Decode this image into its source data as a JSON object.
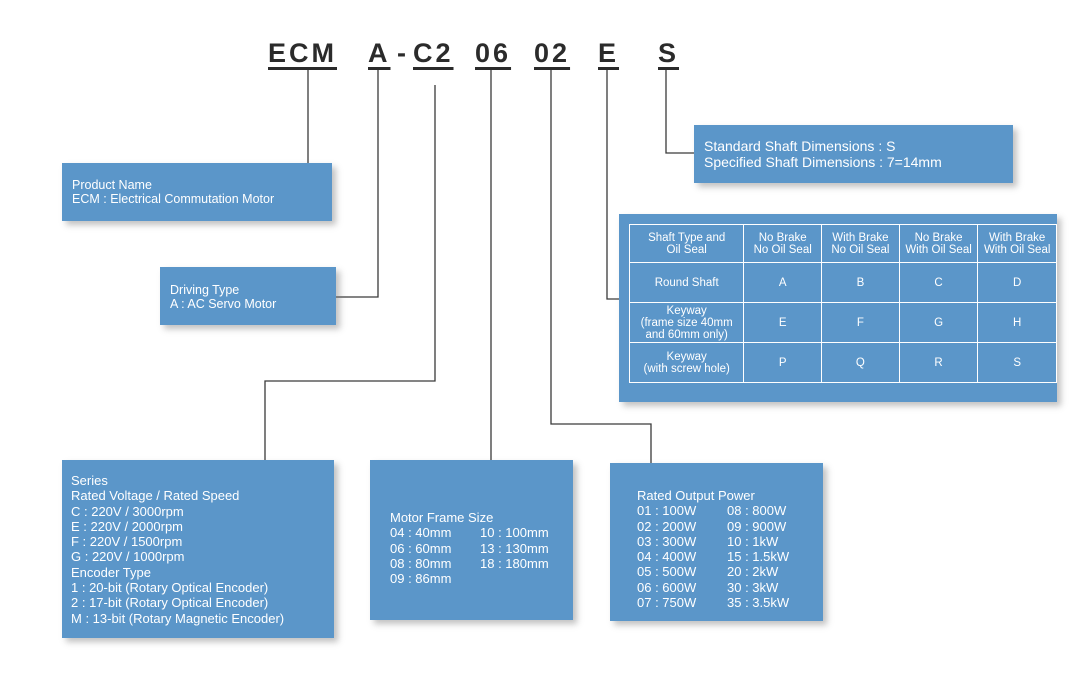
{
  "code": {
    "ecm": "ECM",
    "drive": "A",
    "sep": "-",
    "series": "C2",
    "frame": "06",
    "power": "02",
    "brake": "E",
    "shaft": "S"
  },
  "product": {
    "lines": [
      "Product Name",
      "ECM : Electrical Commutation Motor"
    ]
  },
  "driving": {
    "lines": [
      "Driving Type",
      "A : AC Servo Motor"
    ]
  },
  "series": {
    "lines": [
      "Series",
      "Rated Voltage / Rated Speed",
      "C : 220V / 3000rpm",
      "E : 220V / 2000rpm",
      "F : 220V / 1500rpm",
      "G : 220V / 1000rpm",
      "Encoder Type",
      "1 : 20-bit (Rotary Optical Encoder)",
      "2 : 17-bit (Rotary Optical Encoder)",
      "M : 13-bit (Rotary Magnetic Encoder)"
    ]
  },
  "frame": {
    "title": "Motor Frame Size",
    "col1": [
      "04 : 40mm",
      "06 : 60mm",
      "08 : 80mm",
      "09 : 86mm"
    ],
    "col2": [
      "10 : 100mm",
      "13 : 130mm",
      "18 : 180mm"
    ]
  },
  "power": {
    "title": "Rated Output Power",
    "col1": [
      "01 : 100W",
      "02 : 200W",
      "03 : 300W",
      "04 : 400W",
      "05 : 500W",
      "06 : 600W",
      "07 : 750W"
    ],
    "col2": [
      "08 : 800W",
      "09 : 900W",
      "10 : 1kW",
      "15 : 1.5kW",
      "20 : 2kW",
      "30 : 3kW",
      "35 : 3.5kW"
    ]
  },
  "shaft": {
    "lines": [
      "Standard Shaft Dimensions : S",
      "Specified Shaft Dimensions : 7=14mm"
    ]
  },
  "brake_table": {
    "header": [
      [
        "Shaft Type and",
        "Oil Seal"
      ],
      [
        "No Brake",
        "No Oil Seal"
      ],
      [
        "With Brake",
        "No Oil Seal"
      ],
      [
        "No Brake",
        "With Oil Seal"
      ],
      [
        "With Brake",
        "With Oil Seal"
      ]
    ],
    "rows": [
      {
        "label": [
          "Round Shaft"
        ],
        "cells": [
          "A",
          "B",
          "C",
          "D"
        ]
      },
      {
        "label": [
          "Keyway",
          "(frame size 40mm",
          "and 60mm only)"
        ],
        "cells": [
          "E",
          "F",
          "G",
          "H"
        ]
      },
      {
        "label": [
          "Keyway",
          "(with screw hole)"
        ],
        "cells": [
          "P",
          "Q",
          "R",
          "S"
        ]
      }
    ]
  }
}
